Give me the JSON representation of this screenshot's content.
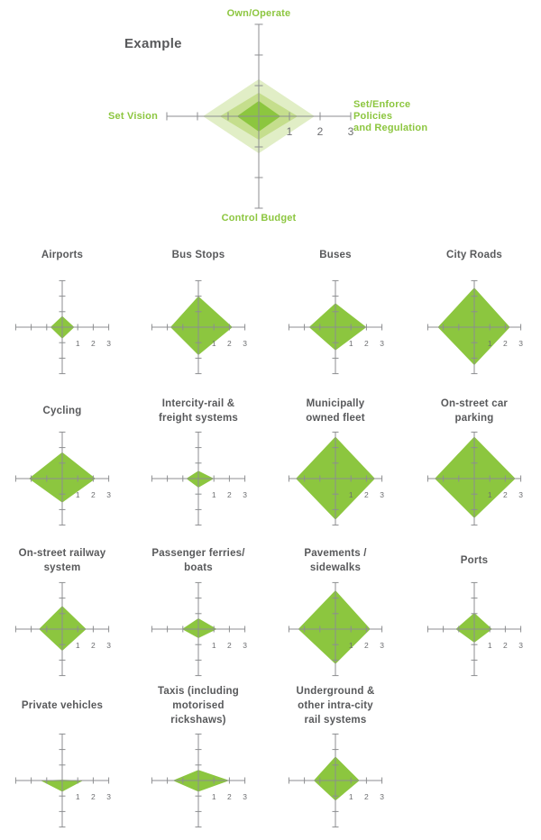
{
  "colors": {
    "diamond_green": "#8CC63F",
    "diamond_green_mid": "#C5DE8D",
    "diamond_green_light": "#E1EEC6",
    "axis_gray": "#8C8E90",
    "tick_label_gray": "#6D6E71",
    "title_gray": "#58595B",
    "label_green": "#8CC63F"
  },
  "chart_data": {
    "type": "radar",
    "axes": [
      "Own/Operate",
      "Set/Enforce Policies and Regulation",
      "Control Budget",
      "Set Vision"
    ],
    "value_order": [
      "top",
      "right",
      "bottom",
      "left"
    ],
    "scale": {
      "min": 0,
      "max": 3,
      "tick_labels": [
        "1",
        "2",
        "3"
      ]
    },
    "legend_position": "none",
    "grid": false,
    "example": {
      "title": "Example",
      "axis_labels": {
        "top": "Own/Operate",
        "right": "Set/Enforce\nPolicies\nand Regulation",
        "bottom": "Control Budget",
        "left": "Set Vision"
      },
      "rings": [
        {
          "level": 3,
          "h": 1.82,
          "v": 1.21
        },
        {
          "level": 2,
          "h": 1.27,
          "v": 0.77
        },
        {
          "level": 1,
          "h": 0.71,
          "v": 0.5
        }
      ]
    },
    "series": [
      {
        "name": "Airports",
        "label": "Airports",
        "values": [
          0.72,
          0.78,
          0.74,
          0.76
        ]
      },
      {
        "name": "Bus Stops",
        "label": "Bus Stops",
        "values": [
          2.0,
          2.2,
          1.8,
          1.8
        ]
      },
      {
        "name": "Buses",
        "label": "Buses",
        "values": [
          1.55,
          2.0,
          1.5,
          1.7
        ]
      },
      {
        "name": "City Roads",
        "label": "City Roads",
        "values": [
          2.55,
          2.3,
          2.45,
          2.35
        ]
      },
      {
        "name": "Cycling",
        "label": "Cycling",
        "values": [
          1.7,
          2.15,
          1.55,
          2.15
        ]
      },
      {
        "name": "Intercity-rail & freight systems",
        "label": "Intercity-rail &\nfreight systems",
        "values": [
          0.5,
          1.0,
          0.58,
          0.78
        ]
      },
      {
        "name": "Municipally owned fleet",
        "label": "Municipally\nowned fleet",
        "values": [
          2.7,
          2.55,
          2.65,
          2.55
        ]
      },
      {
        "name": "On-street car parking",
        "label": "On-street car\nparking",
        "values": [
          2.7,
          2.65,
          2.55,
          2.55
        ]
      },
      {
        "name": "On-street railway system",
        "label": "On-street railway\nsystem",
        "values": [
          1.5,
          1.55,
          1.4,
          1.5
        ]
      },
      {
        "name": "Passenger ferries/boats",
        "label": "Passenger ferries/\nboats",
        "values": [
          0.7,
          1.2,
          0.58,
          1.05
        ]
      },
      {
        "name": "Pavements / sidewalks",
        "label": "Pavements /\nsidewalks",
        "values": [
          2.5,
          2.25,
          2.25,
          2.4
        ]
      },
      {
        "name": "Ports",
        "label": "Ports",
        "values": [
          1.05,
          1.15,
          0.87,
          1.2
        ]
      },
      {
        "name": "Private vehicles",
        "label": "Private vehicles",
        "values": [
          0.05,
          1.35,
          0.72,
          1.4
        ]
      },
      {
        "name": "Taxis (including motorised rickshaws)",
        "label": "Taxis (including\nmotorised\nrickshaws)",
        "values": [
          0.68,
          2.0,
          0.72,
          1.65
        ]
      },
      {
        "name": "Underground & other intra-city rail systems",
        "label": "Underground &\nother intra-city\nrail systems",
        "values": [
          1.55,
          1.55,
          1.3,
          1.4
        ]
      }
    ]
  }
}
